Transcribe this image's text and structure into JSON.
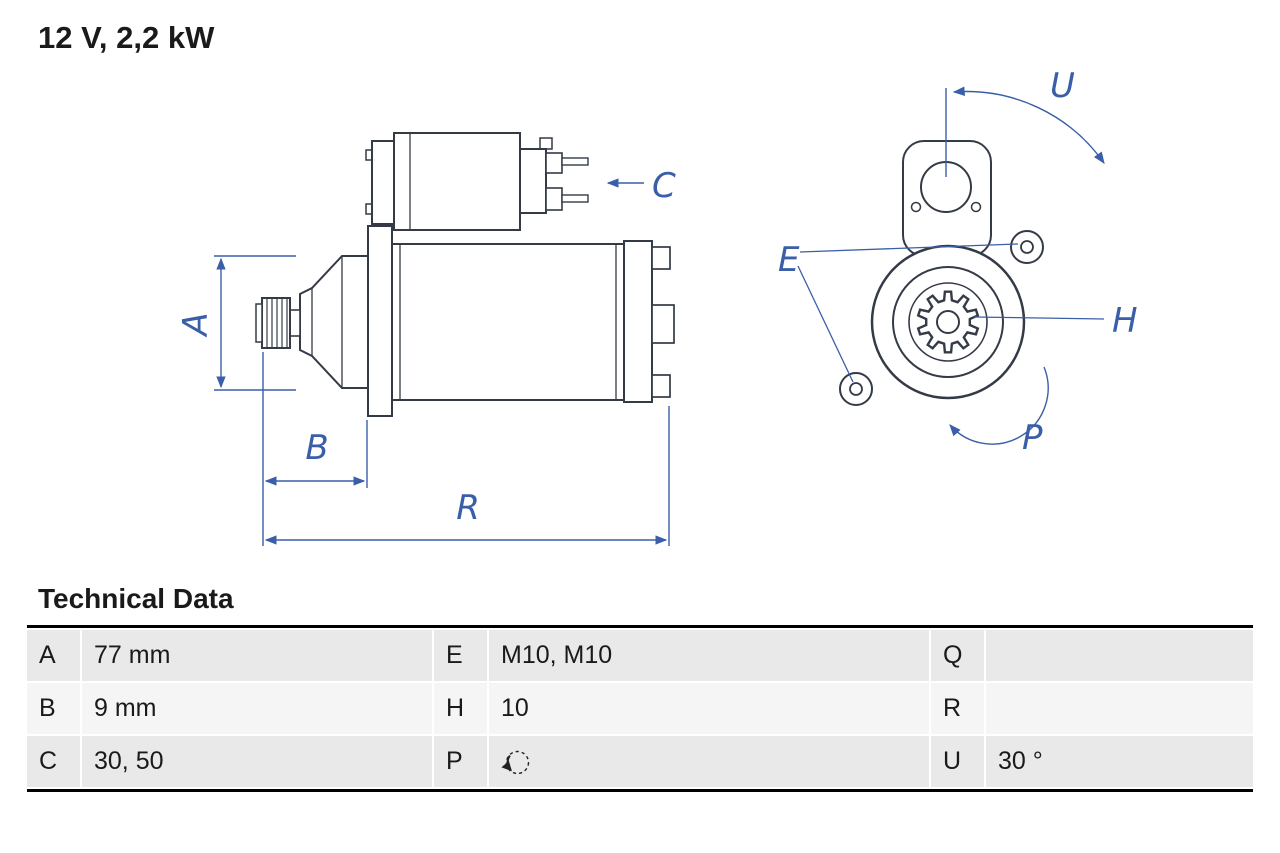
{
  "title": "12 V, 2,2 kW",
  "drawing": {
    "labels": {
      "A": "A",
      "B": "B",
      "C": "C",
      "E": "E",
      "H": "H",
      "P": "P",
      "R": "R",
      "U": "U"
    },
    "colors": {
      "dimension_blue": "#3a5fa8",
      "part_outline": "#343b46"
    }
  },
  "technical_data": {
    "heading": "Technical Data",
    "rows": [
      {
        "cells": [
          {
            "key": "A",
            "value": "77 mm"
          },
          {
            "key": "E",
            "value": "M10, M10"
          },
          {
            "key": "Q",
            "value": ""
          }
        ]
      },
      {
        "cells": [
          {
            "key": "B",
            "value": "9 mm"
          },
          {
            "key": "H",
            "value": "10"
          },
          {
            "key": "R",
            "value": ""
          }
        ]
      },
      {
        "cells": [
          {
            "key": "C",
            "value": "30, 50"
          },
          {
            "key": "P",
            "value": "",
            "value_icon": "rotation-ccw"
          },
          {
            "key": "U",
            "value": "30 °"
          }
        ]
      }
    ]
  }
}
